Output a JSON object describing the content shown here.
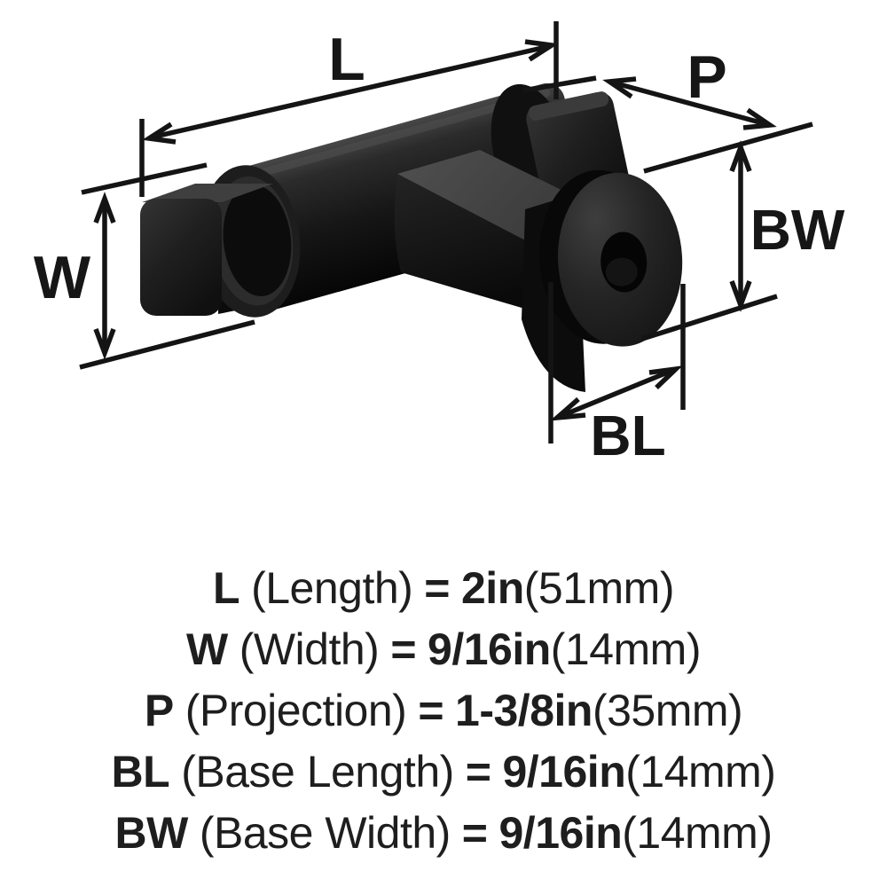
{
  "diagram": {
    "labels": {
      "length": "L",
      "projection": "P",
      "width": "W",
      "base_width": "BW",
      "base_length": "BL"
    },
    "colors": {
      "dimension_line": "#141414",
      "label_text": "#161616",
      "knob_black": "#131313",
      "background": "#ffffff"
    }
  },
  "specs": {
    "rows": [
      {
        "symbol": "L",
        "name": "(Length)",
        "equals": "=",
        "value": "2in",
        "metric": "(51mm)"
      },
      {
        "symbol": "W",
        "name": "(Width)",
        "equals": "=",
        "value": "9/16in",
        "metric": "(14mm)"
      },
      {
        "symbol": "P",
        "name": "(Projection)",
        "equals": "=",
        "value": "1-3/8in",
        "metric": "(35mm)"
      },
      {
        "symbol": "BL",
        "name": "(Base Length)",
        "equals": "=",
        "value": "9/16in",
        "metric": "(14mm)"
      },
      {
        "symbol": "BW",
        "name": "(Base Width)",
        "equals": "=",
        "value": "9/16in",
        "metric": "(14mm)"
      }
    ]
  }
}
